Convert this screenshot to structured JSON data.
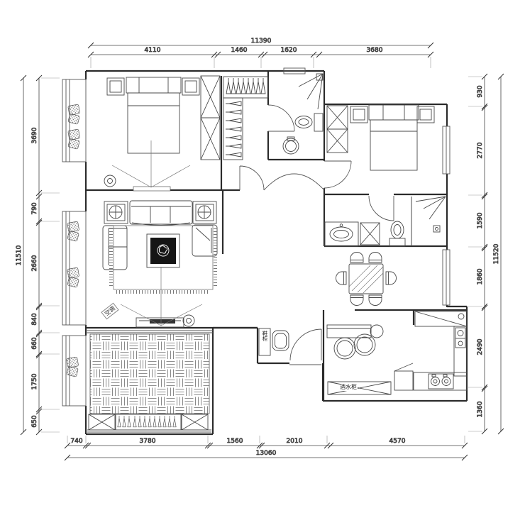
{
  "dims": {
    "top": {
      "total": "11390",
      "segments": [
        "4110",
        "1460",
        "1620",
        "3680"
      ]
    },
    "left": {
      "total": "11510",
      "segments": [
        "3690",
        "790",
        "2660",
        "840",
        "660",
        "1750",
        "650"
      ]
    },
    "right": {
      "total": "11520",
      "segments": [
        "930",
        "2770",
        "1590",
        "1860",
        "2490",
        "1360"
      ]
    },
    "bottom": {
      "total": "13060",
      "segments": [
        "740",
        "3780",
        "1560",
        "2010",
        "4570"
      ]
    }
  },
  "labels": {
    "air_conditioner": "空调",
    "shoe_cabinet": "鞋柜",
    "wine_cabinet": "酒水柜"
  },
  "line_colors": {
    "wall": "#2b2b2b",
    "furniture": "#474747",
    "dimension": "#444444"
  }
}
